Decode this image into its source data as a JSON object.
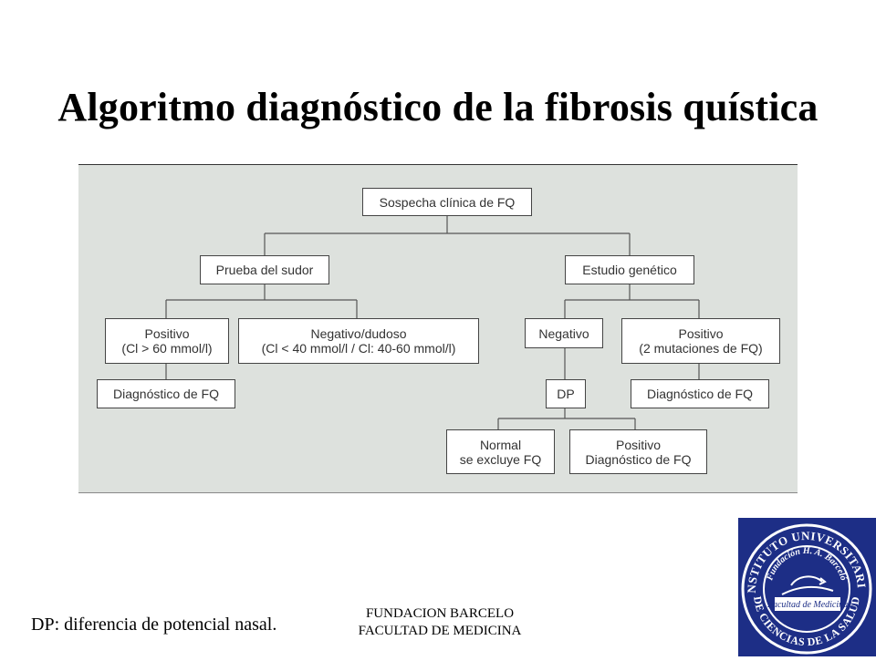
{
  "slide": {
    "title": "Algoritmo diagnóstico de la fibrosis quística",
    "footnote": "DP: diferencia de potencial nasal.",
    "institution": [
      "FUNDACION BARCELO",
      "FACULTAD DE MEDICINA"
    ]
  },
  "diagram": {
    "nodes": {
      "root": [
        "Sospecha clínica de FQ"
      ],
      "sweat_test": [
        "Prueba del sudor"
      ],
      "genetic_study": [
        "Estudio genético"
      ],
      "sweat_positive": [
        "Positivo",
        "(Cl > 60 mmol/l)"
      ],
      "sweat_negative": [
        "Negativo/dudoso",
        "(Cl < 40 mmol/l / Cl: 40-60 mmol/l)"
      ],
      "genetic_negative": [
        "Negativo"
      ],
      "genetic_positive": [
        "Positivo",
        "(2 mutaciones de FQ)"
      ],
      "diag_left": [
        "Diagnóstico de FQ"
      ],
      "dp": [
        "DP"
      ],
      "diag_right": [
        "Diagnóstico de FQ"
      ],
      "normal": [
        "Normal",
        "se excluye FQ"
      ],
      "dp_positive": [
        "Positivo",
        "Diagnóstico de FQ"
      ]
    }
  },
  "logo": {
    "ring_text_top": "INSTITUTO UNIVERSITARIO",
    "inner_text": "Fundación H. A. Barceló",
    "band_text": "Facultad de Medicina",
    "ring_text_bottom": "DE CIENCIAS DE LA SALUD",
    "colors": {
      "background": "#1d2e86",
      "foreground": "#ffffff"
    }
  }
}
